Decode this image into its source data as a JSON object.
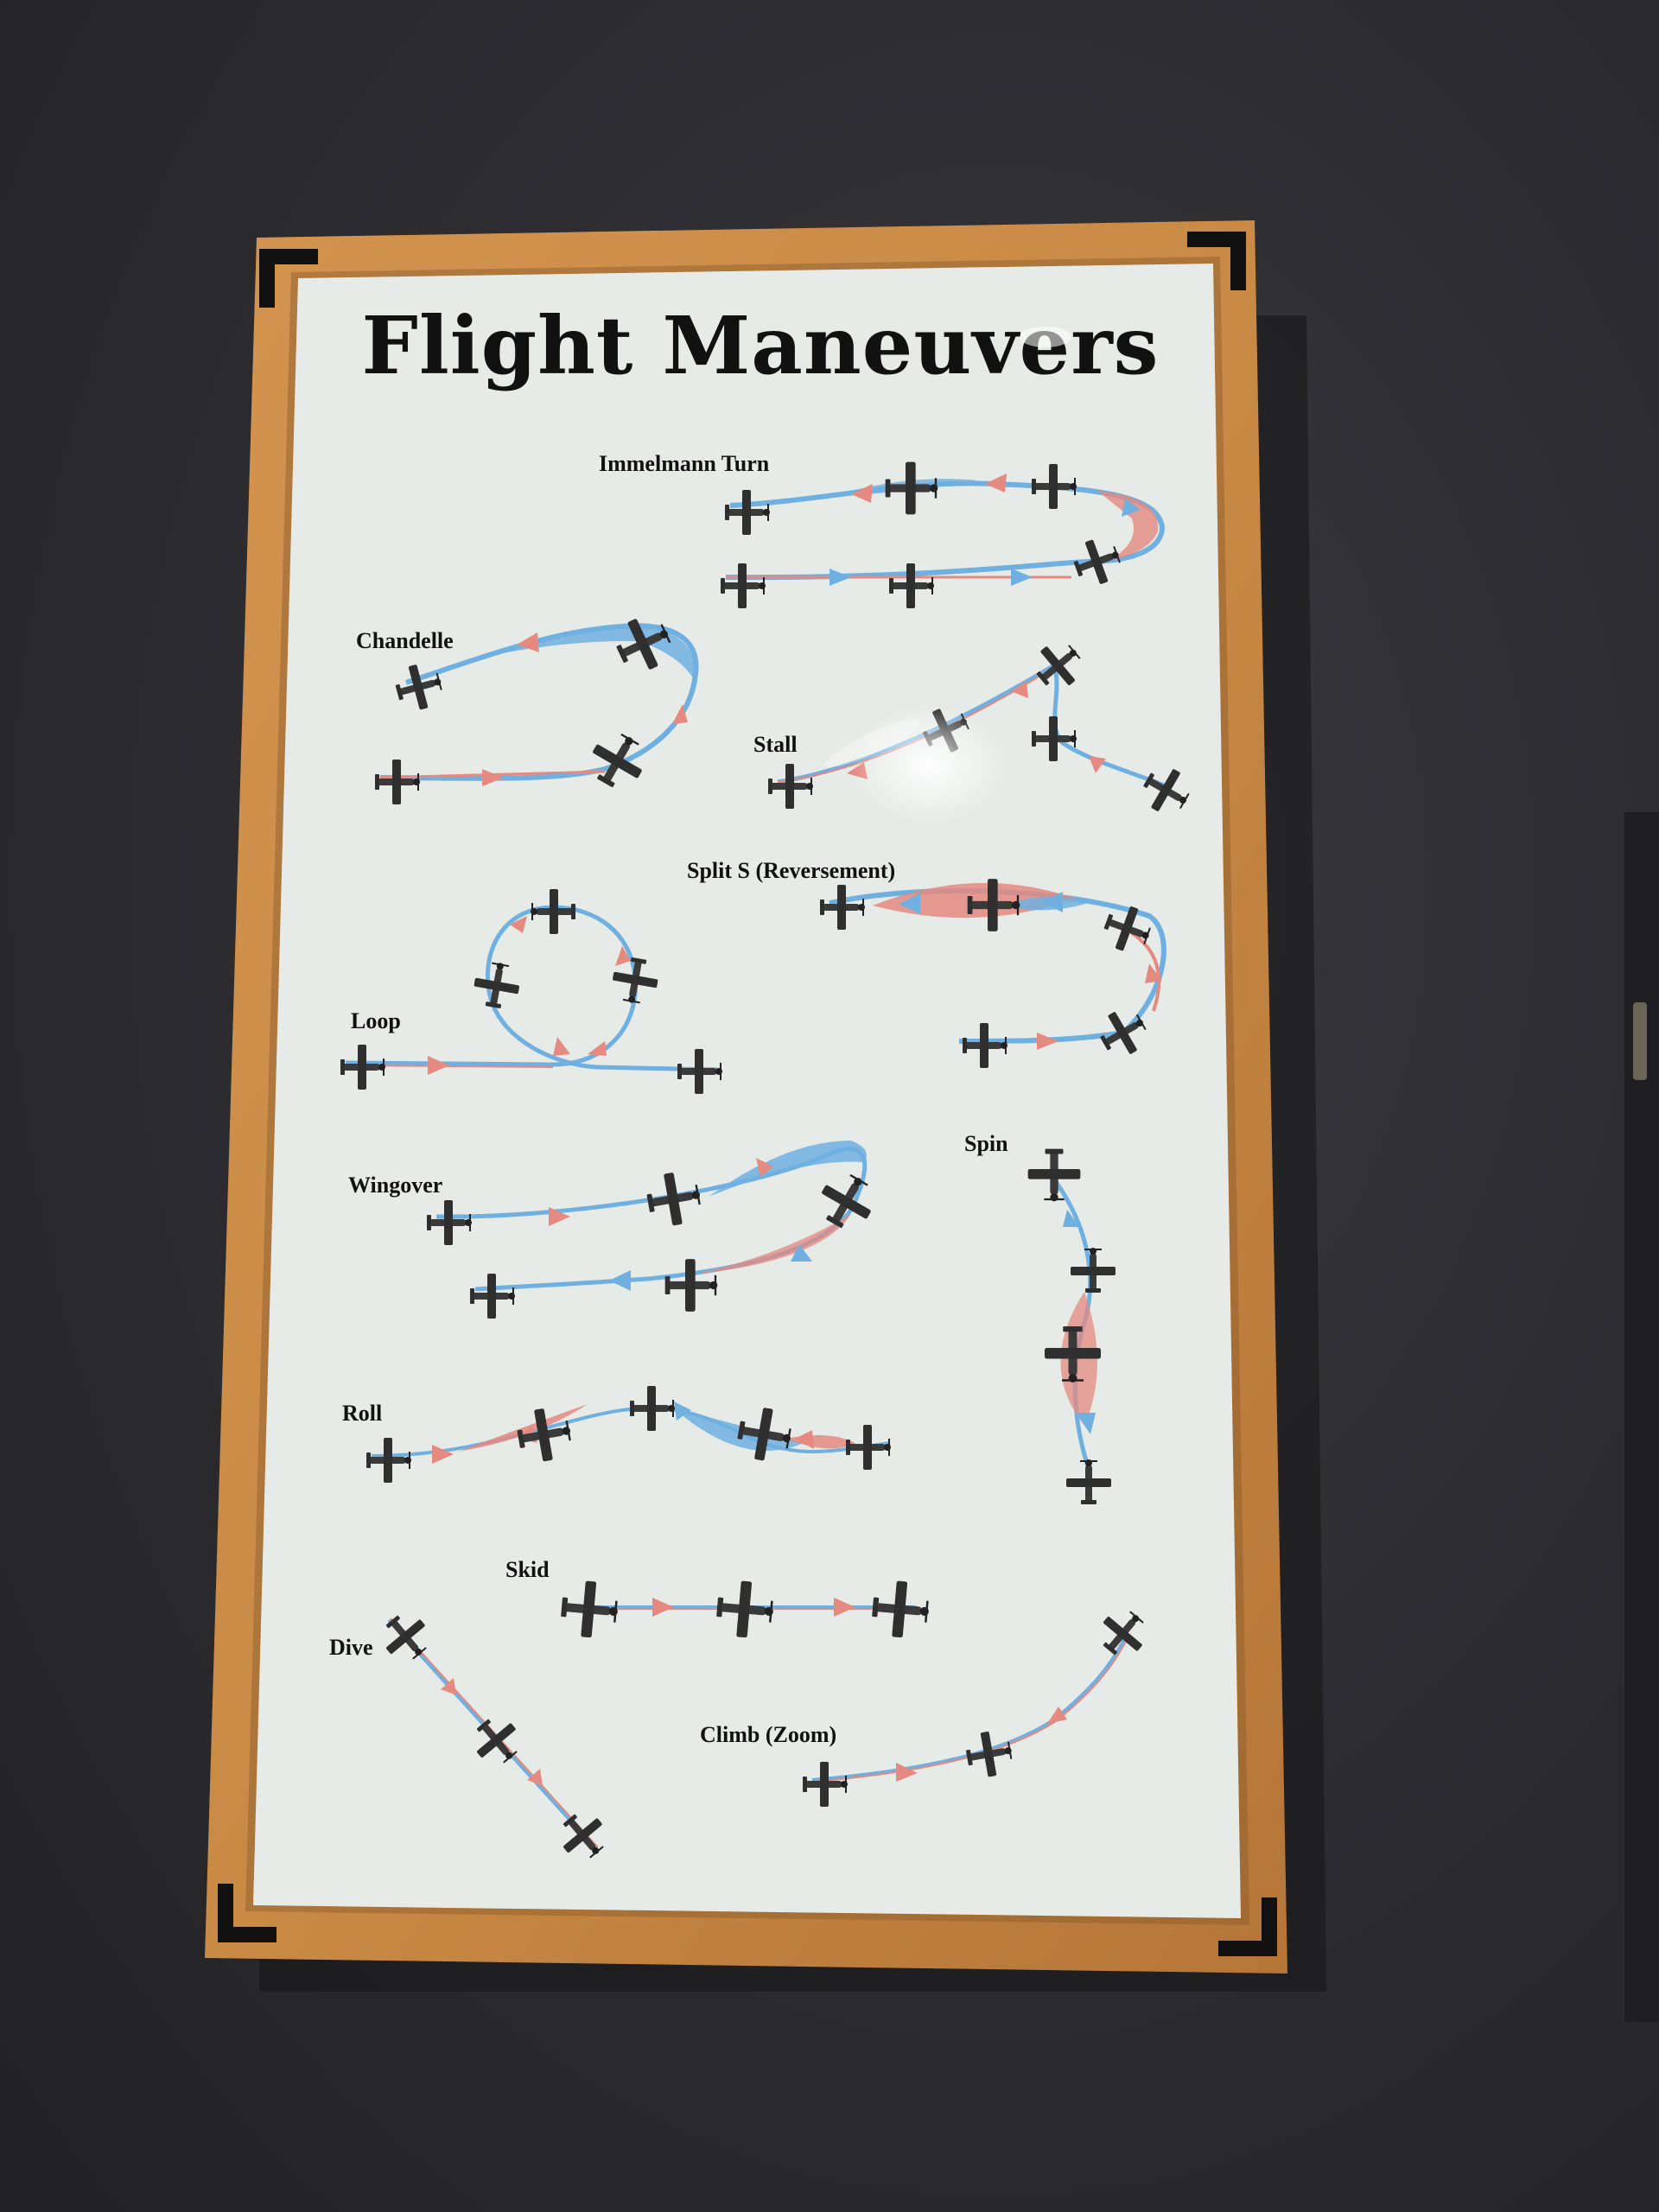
{
  "poster": {
    "title": "Flight Maneuvers",
    "maneuvers": [
      {
        "id": "immelmann",
        "label": "Immelmann Turn"
      },
      {
        "id": "chandelle",
        "label": "Chandelle"
      },
      {
        "id": "stall",
        "label": "Stall"
      },
      {
        "id": "split-s",
        "label": "Split S (Reversement)"
      },
      {
        "id": "loop",
        "label": "Loop"
      },
      {
        "id": "wingover",
        "label": "Wingover"
      },
      {
        "id": "spin",
        "label": "Spin"
      },
      {
        "id": "roll",
        "label": "Roll"
      },
      {
        "id": "skid",
        "label": "Skid"
      },
      {
        "id": "dive",
        "label": "Dive"
      },
      {
        "id": "climb",
        "label": "Climb (Zoom)"
      }
    ]
  },
  "colors": {
    "wall": "#2b2b30",
    "frame": "#c98a45",
    "paper": "#e6ebe7",
    "path_blue": "#6fb0e0",
    "path_red": "#e48a80",
    "plane": "#3a3a3a"
  }
}
